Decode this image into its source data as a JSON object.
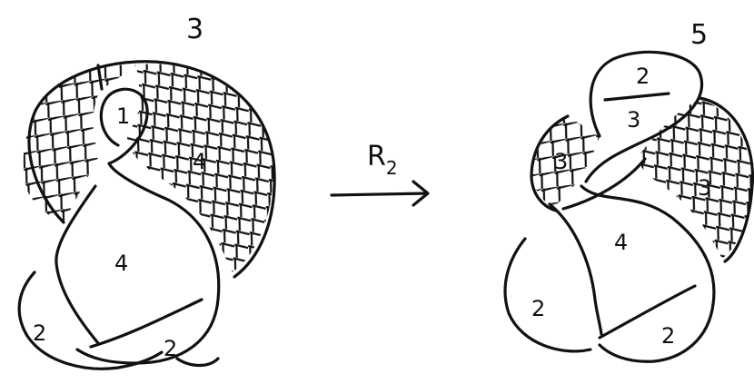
{
  "left": {
    "crossing_count": "3",
    "labels": {
      "r1": "1",
      "r4_top": "4",
      "r4_mid": "4",
      "r2_left": "2",
      "r2_bottom": "2"
    }
  },
  "move": {
    "label": "R",
    "subscript": "2"
  },
  "right": {
    "crossing_count": "5",
    "labels": {
      "top_num": "2",
      "top_den": "3",
      "r3_left": "3",
      "r3_right": "3",
      "r4_mid": "4",
      "r2_left": "2",
      "r2_bottom": "2"
    }
  }
}
